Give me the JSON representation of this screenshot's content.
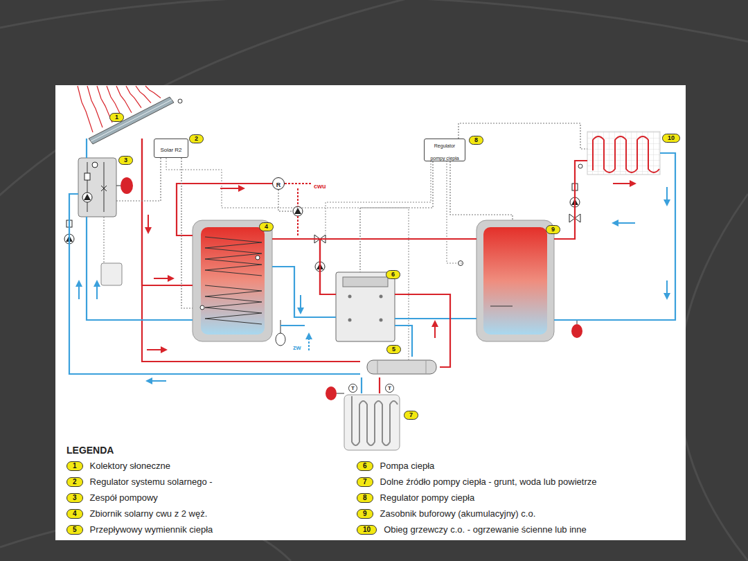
{
  "diagram": {
    "nodes": [
      {
        "text": [
          "1"
        ]
      },
      {
        "text": [
          "2",
          "Solar R2"
        ]
      },
      {
        "text": [
          "3"
        ]
      },
      {
        "text": [
          "8",
          "Regulator pompy ciepła"
        ]
      },
      {
        "text": [
          "10"
        ]
      },
      {
        "text": [
          "R"
        ]
      },
      {
        "text": [
          "4"
        ]
      },
      {
        "text": [
          "6"
        ]
      },
      {
        "text": [
          "9"
        ]
      },
      {
        "text": [
          "5"
        ]
      },
      {
        "text": [
          "7"
        ]
      }
    ],
    "edges": [
      {
        "from": 0,
        "to": 6,
        "arrow": "none"
      },
      {
        "from": 0,
        "to": 9,
        "arrow": "none"
      },
      {
        "from": 6,
        "to": 2,
        "arrow": "none"
      },
      {
        "from": 2,
        "to": 0,
        "arrow": "none"
      },
      {
        "from": 9,
        "to": 2,
        "arrow": "none"
      },
      {
        "from": 7,
        "to": 6,
        "arrow": "none"
      },
      {
        "from": 6,
        "to": 7,
        "arrow": "none"
      },
      {
        "from": 7,
        "to": 8,
        "arrow": "none"
      },
      {
        "from": 8,
        "to": 7,
        "arrow": "none"
      },
      {
        "from": 8,
        "to": 4,
        "arrow": "none"
      },
      {
        "from": 4,
        "to": 8,
        "arrow": "none"
      },
      {
        "from": 7,
        "to": 9,
        "arrow": "none"
      },
      {
        "from": 9,
        "to": 7,
        "arrow": "none"
      },
      {
        "from": 9,
        "to": 10,
        "arrow": "none"
      },
      {
        "from": 10,
        "to": 9,
        "arrow": "none"
      },
      {
        "from": 6,
        "to": 5,
        "arrow": "none"
      },
      {
        "from": 1,
        "to": 2,
        "arrow": "none"
      },
      {
        "from": 1,
        "to": 6,
        "arrow": "none"
      },
      {
        "from": 3,
        "to": 7,
        "arrow": "none"
      },
      {
        "from": 3,
        "to": 8,
        "arrow": "none"
      },
      {
        "from": 3,
        "to": 4,
        "arrow": "none"
      }
    ],
    "labels": [
      "cwu",
      "zw",
      "T",
      "T",
      "LEGENDA",
      "1",
      "2",
      "3",
      "4",
      "5",
      "6",
      "7",
      "8",
      "9",
      "10"
    ],
    "legend": [
      {
        "text": "Kolektory słoneczne"
      },
      {
        "text": "Regulator systemu solarnego -"
      },
      {
        "text": "Zespół pompowy"
      },
      {
        "text": "Zbiornik solarny cwu z 2 węż."
      },
      {
        "text": "Przepływowy wymiennik ciepła"
      },
      {
        "text": "Pompa ciepła"
      },
      {
        "text": "Dolne źródło pompy ciepła - grunt, woda lub powietrze"
      },
      {
        "text": "Regulator pompy ciepła"
      },
      {
        "text": "Zasobnik buforowy (akumulacyjny) c.o."
      },
      {
        "text": "Obieg grzewczy c.o. - ogrzewanie ścienne lub inne"
      }
    ]
  }
}
